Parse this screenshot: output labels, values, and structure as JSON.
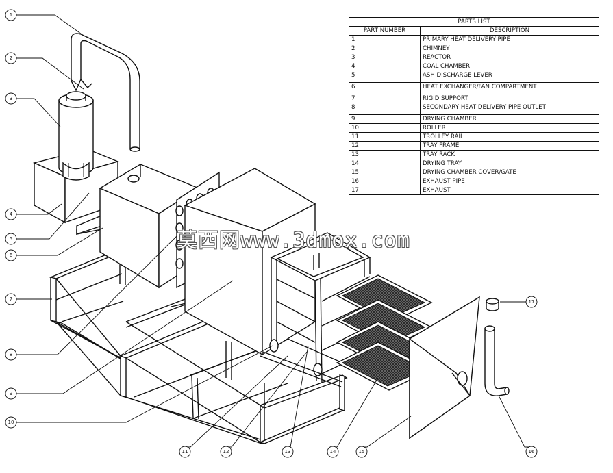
{
  "parts_list": {
    "title": "PARTS LIST",
    "col_number": "PART NUMBER",
    "col_description": "DESCRIPTION",
    "rows": [
      {
        "num": "1",
        "desc": "PRIMARY HEAT DELIVERY PIPE"
      },
      {
        "num": "2",
        "desc": "CHIMNEY"
      },
      {
        "num": "3",
        "desc": "REACTOR"
      },
      {
        "num": "4",
        "desc": "COAL CHAMBER"
      },
      {
        "num": "5",
        "desc": "ASH DISCHARGE LEVER"
      },
      {
        "num": "6",
        "desc": "HEAT EXCHANGER/FAN COMPARTMENT"
      },
      {
        "num": "7",
        "desc": "RIGID SUPPORT"
      },
      {
        "num": "8",
        "desc": "SECONDARY HEAT DELIVERY PIPE OUTLET"
      },
      {
        "num": "9",
        "desc": "DRYING CHAMBER"
      },
      {
        "num": "10",
        "desc": "ROLLER"
      },
      {
        "num": "11",
        "desc": "TROLLEY RAIL"
      },
      {
        "num": "12",
        "desc": "TRAY FRAME"
      },
      {
        "num": "13",
        "desc": "TRAY RACK"
      },
      {
        "num": "14",
        "desc": "DRYING TRAY"
      },
      {
        "num": "15",
        "desc": "DRYING CHAMBER COVER/GATE"
      },
      {
        "num": "16",
        "desc": "EXHAUST PIPE"
      },
      {
        "num": "17",
        "desc": "EXHAUST"
      }
    ]
  },
  "callouts": [
    "1",
    "2",
    "3",
    "4",
    "5",
    "6",
    "7",
    "8",
    "9",
    "10",
    "11",
    "12",
    "13",
    "14",
    "15",
    "16",
    "17"
  ],
  "watermark": "莫西网www.3dmox.com"
}
